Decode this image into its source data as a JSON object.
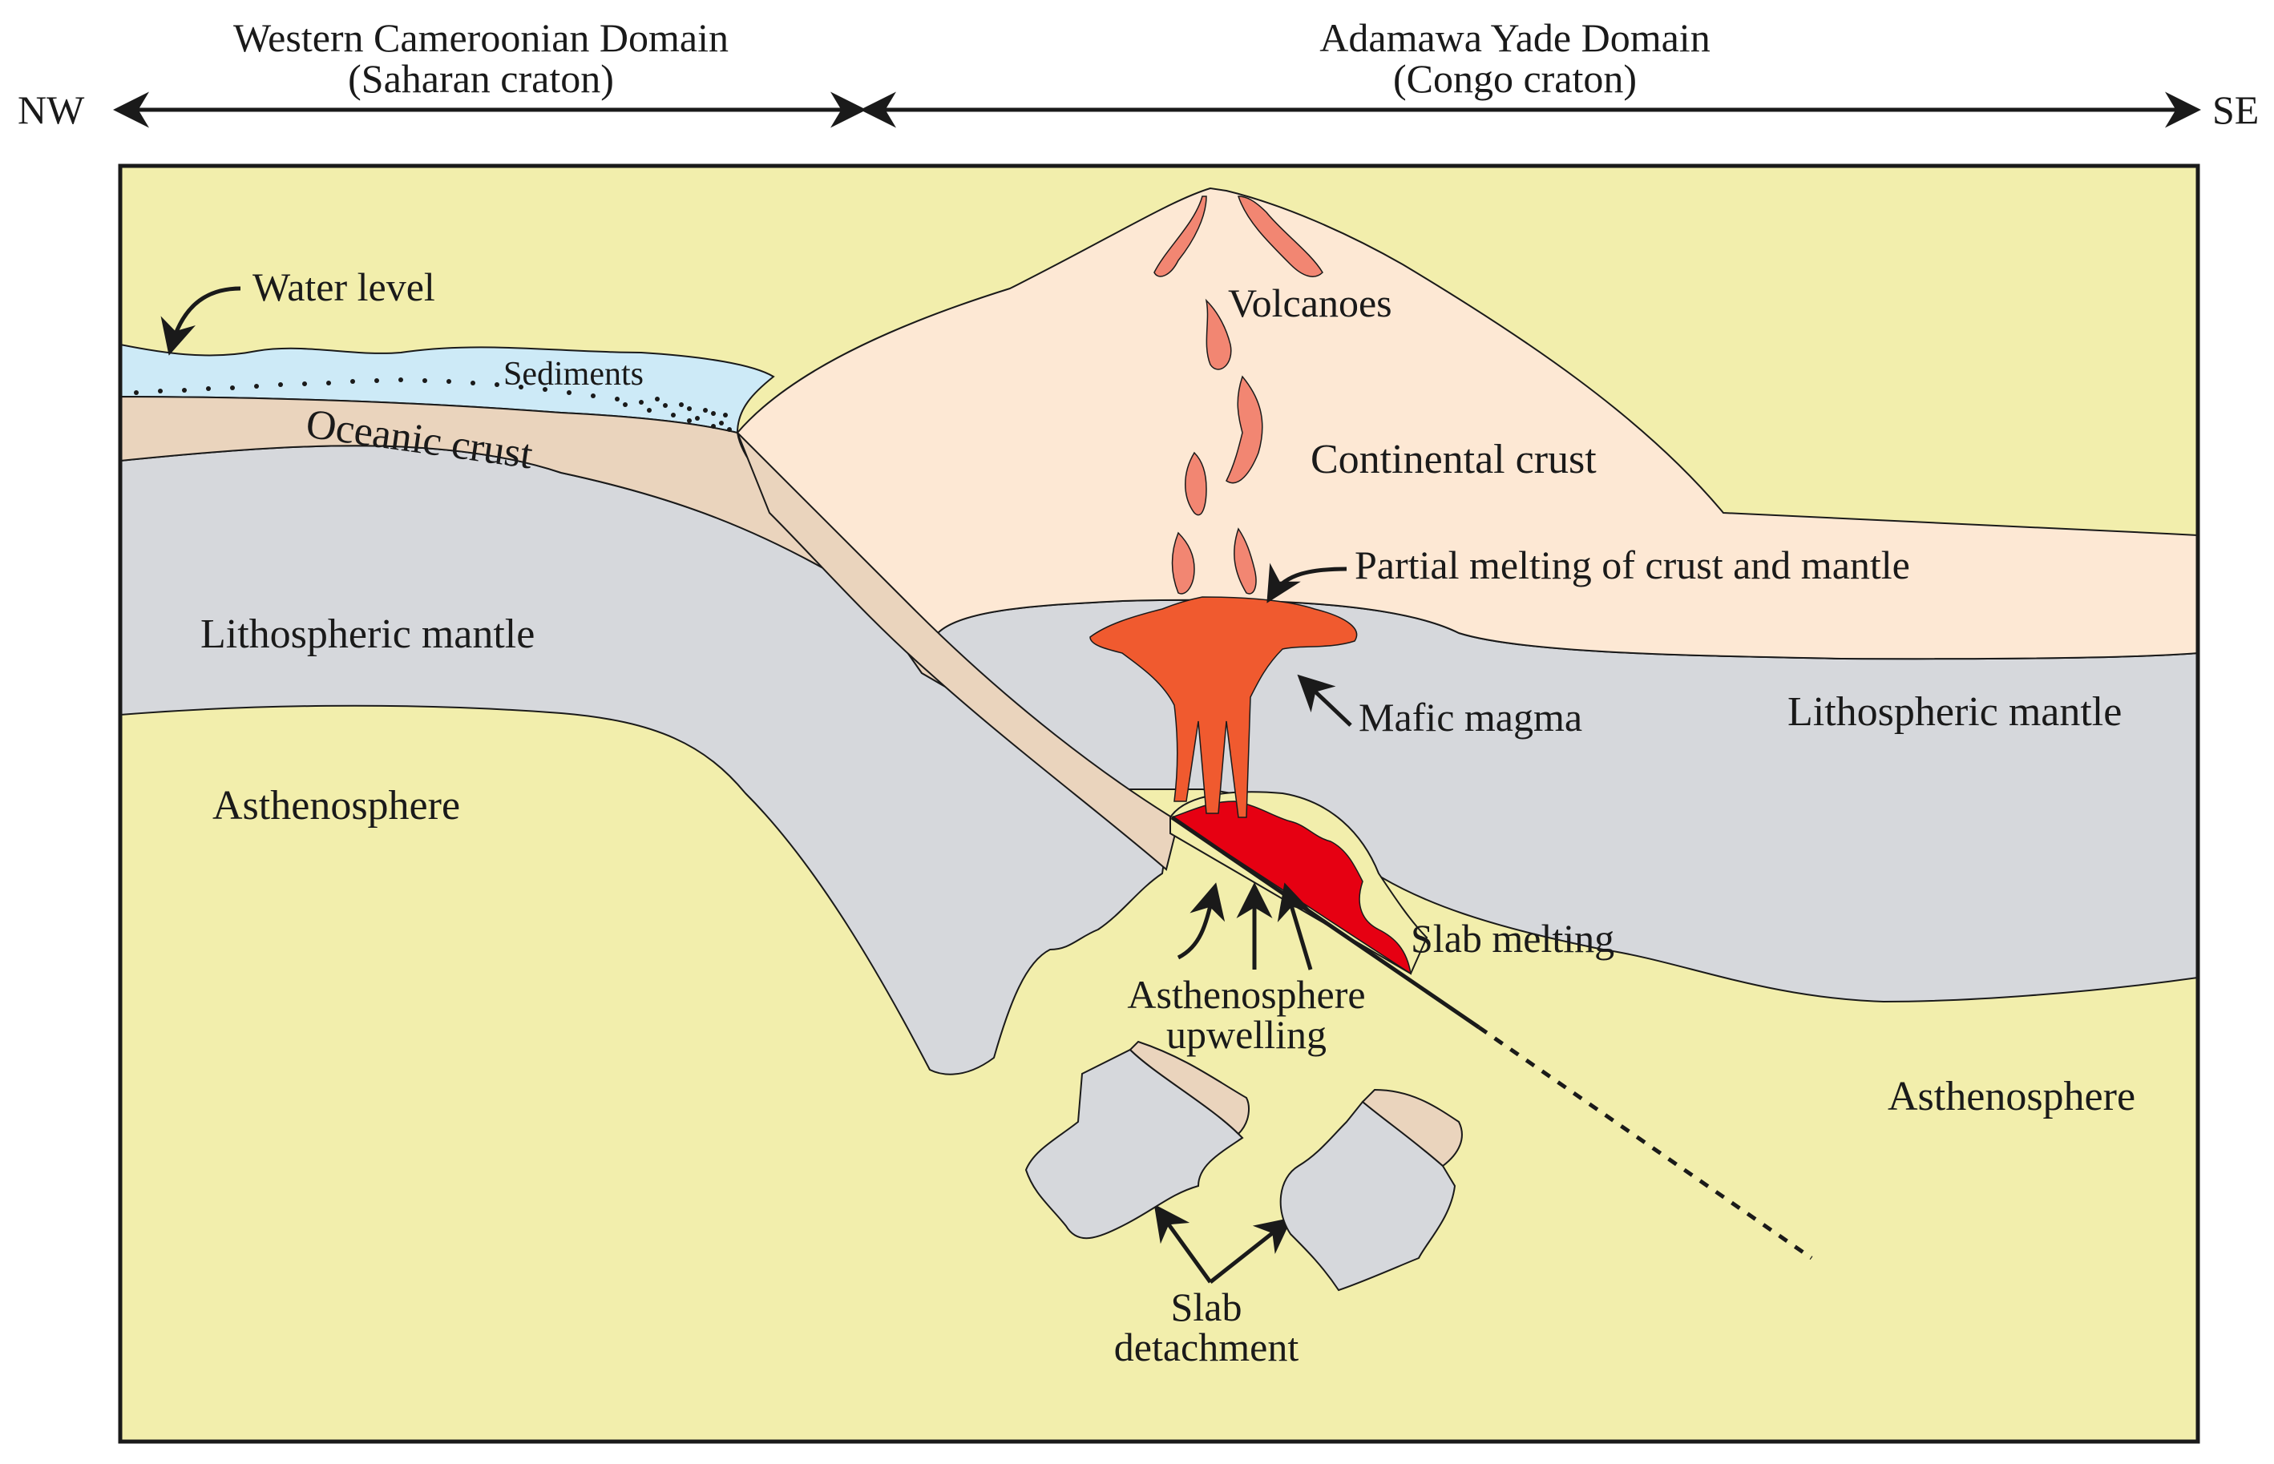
{
  "header": {
    "direction_left": "NW",
    "direction_right": "SE",
    "domain_west": {
      "name": "Western Cameroonian Domain",
      "craton": "(Saharan craton)"
    },
    "domain_east": {
      "name": "Adamawa Yade Domain",
      "craton": "(Congo craton)"
    }
  },
  "labels": {
    "water_level": "Water level",
    "sediments": "Sediments",
    "oceanic_crust": "Oceanic crust",
    "volcanoes": "Volcanoes",
    "continental_crust": "Continental crust",
    "partial_melting": "Partial melting of crust and mantle",
    "lithospheric_mantle_west": "Lithospheric mantle",
    "lithospheric_mantle_east": "Lithospheric mantle",
    "mafic_magma": "Mafic magma",
    "asthenosphere_west": "Asthenosphere",
    "asthenosphere_east": "Asthenosphere",
    "slab_melting": "Slab melting",
    "upwelling_line1": "Asthenosphere",
    "upwelling_line2": "upwelling",
    "detachment_line1": "Slab",
    "detachment_line2": "detachment"
  },
  "colors": {
    "water": "#cdeaf7",
    "oceanic_crust": "#ead4bd",
    "continental_crust": "#fde8d4",
    "lithospheric_mantle": "#d6d8dc",
    "asthenosphere": "#f2eeac",
    "volcano_conduit": "#f28672",
    "mafic_magma": "#f05a2f",
    "slab_melt": "#e60012",
    "outline": "#1a1a1a"
  }
}
